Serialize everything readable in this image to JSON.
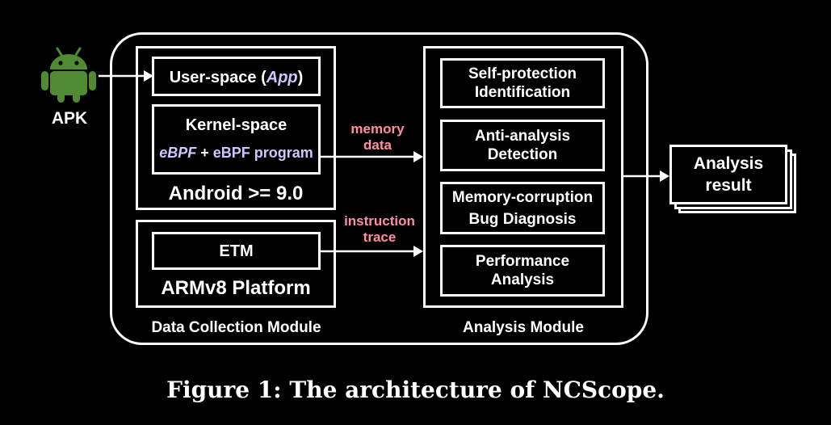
{
  "apk": {
    "label": "APK"
  },
  "data_collection": {
    "title": "Data Collection Module",
    "android": {
      "title": "Android >= 9.0",
      "user_space": {
        "prefix": "User-space (",
        "app": "App",
        "suffix": ")"
      },
      "kernel_space": {
        "title": "Kernel-space",
        "ebpf_italic": "eBPF",
        "plus": " + ",
        "ebpf": "eBPF",
        "program": " program"
      }
    },
    "armv8": {
      "title": "ARMv8 Platform",
      "etm": "ETM"
    }
  },
  "flows": {
    "memory": {
      "line1": "memory",
      "line2": "data"
    },
    "instruction": {
      "line1": "instruction",
      "line2": "trace"
    }
  },
  "analysis": {
    "title": "Analysis Module",
    "items": [
      {
        "line1": "Self-protection",
        "line2": "Identification"
      },
      {
        "line1": "Anti-analysis",
        "line2": "Detection"
      },
      {
        "line1": "Memory-corruption",
        "line2": "Bug Diagnosis"
      },
      {
        "line1": "Performance",
        "line2": "Analysis"
      }
    ]
  },
  "result": {
    "line1": "Analysis",
    "line2": "result"
  },
  "caption": {
    "prefix": "Figure 1:",
    "text": " The architecture of NCScope."
  },
  "colors": {
    "background": "#000000",
    "stroke": "#ffffff",
    "flow_label": "#ff8f9f",
    "ebpf": "#ccc8ff",
    "android_green": "#4f8b32"
  }
}
